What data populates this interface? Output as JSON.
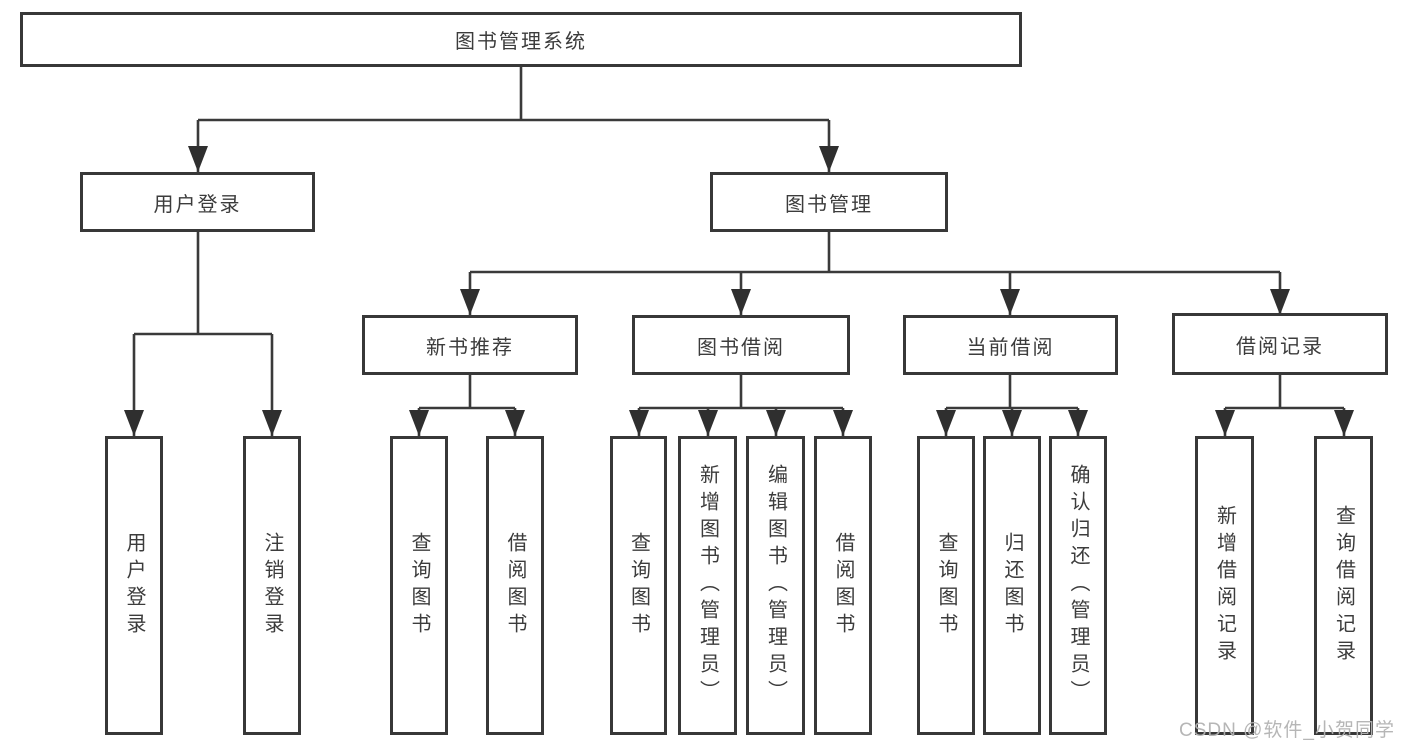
{
  "tree": {
    "label": "图书管理系统",
    "children": [
      {
        "label": "用户登录",
        "children": [
          {
            "label": "用户登录"
          },
          {
            "label": "注销登录"
          }
        ]
      },
      {
        "label": "图书管理",
        "children": [
          {
            "label": "新书推荐",
            "children": [
              {
                "label": "查询图书"
              },
              {
                "label": "借阅图书"
              }
            ]
          },
          {
            "label": "图书借阅",
            "children": [
              {
                "label": "查询图书"
              },
              {
                "label": "新增图书（管理员）"
              },
              {
                "label": "编辑图书（管理员）"
              },
              {
                "label": "借阅图书"
              }
            ]
          },
          {
            "label": "当前借阅",
            "children": [
              {
                "label": "查询图书"
              },
              {
                "label": "归还图书"
              },
              {
                "label": "确认归还（管理员）"
              }
            ]
          },
          {
            "label": "借阅记录",
            "children": [
              {
                "label": "新增借阅记录"
              },
              {
                "label": "查询借阅记录"
              }
            ]
          }
        ]
      }
    ]
  },
  "watermark": {
    "text": "CSDN @软件_小贺同学"
  },
  "colors": {
    "line": "#3a3a3a",
    "box_border": "#383838",
    "text": "#3c3c3c",
    "watermark": "#b2b2b2",
    "background": "#ffffff"
  }
}
